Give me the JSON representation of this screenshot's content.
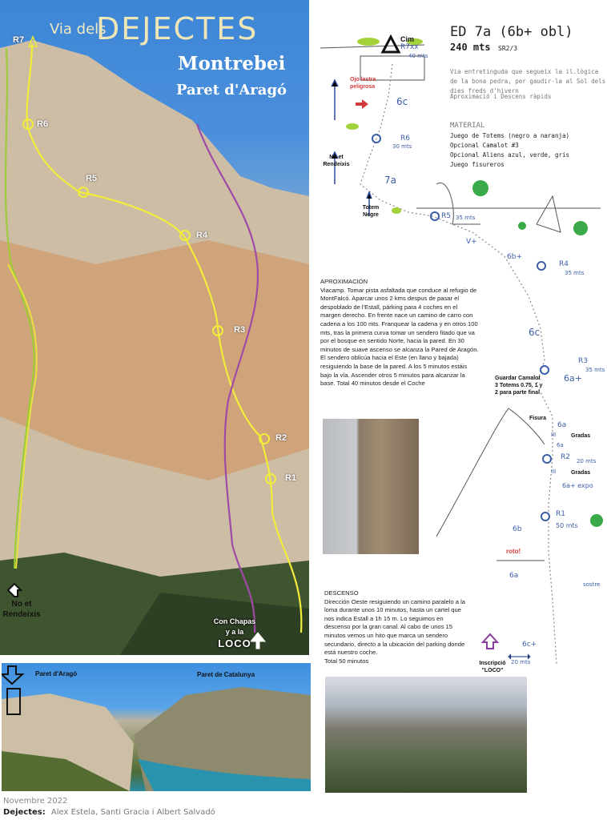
{
  "photo": {
    "title_prefix": "Via dels",
    "title": "DEJECTES",
    "location": "Montrebei",
    "wall": "Paret d'Aragó",
    "belays": [
      "R7",
      "R6",
      "R5",
      "R4",
      "R3",
      "R2",
      "R1"
    ],
    "note_left": "No et Rendeixis",
    "note_right_1": "Con Chapas",
    "note_right_2": "y a la",
    "note_right_3": "LOCO",
    "route_color": "#f2ec3a",
    "other_route_color": "#a04aa8",
    "green_route_color": "#9acd32"
  },
  "panorama": {
    "label_left": "Paret d'Aragó",
    "label_right": "Paret de Catalunya"
  },
  "footer": {
    "date": "Novembre 2022",
    "authors_label": "Dejectes:",
    "authors": "Alex Estela, Santi Gracia i Albert Salvadó"
  },
  "info": {
    "grade": "ED  7a (6b+ obl)",
    "length": "240 mts",
    "protection": "SR2/3",
    "description": "Via entretinguda que segueix la il.lògica de la bona pedra, per gaudir-la al Sol dels dies freds d'hivern",
    "approach_note": "Aproximació i Descens ràpids",
    "material_title": "MATERIAL",
    "material": [
      "Juego de Totems (negro a naranja)",
      "Opcional Camalot #3",
      "Opcional Aliens azul, verde, gris",
      "Juego fisureros"
    ]
  },
  "approach": {
    "title": "APROXIMACIÓN",
    "text": "Viacamp. Tomar pista asfaltada que conduce al refugio de MontFalcó. Aparcar unos 2 kms despus de pasar el despoblado de l'Estall, párking para 4 coches en el margen derecho. En frente nace un camino de carro con cadena a los 100 mts. Franquear la cadena y en otros 100 mts, tras la primera curva tomar un sendero fitado que va por el bosque en sentido Norte, hacia la pared. En 30 minutos de suave ascenso se alcanza la Pared de Aragón. El  sendero oblicúa hacia el Este (en llano y bajada)  resiguiendo la base de la pared. A los 5 minutos estáis bajo la vía. Ascender otros 5 minutos para alcanzar la base. Total 40 minutos desde el Coche"
  },
  "descent": {
    "title": "DESCENSO",
    "text": "Dirección Oeste resiguiendo un camino paralelo a la loma durante unos 10 minutos, hasta un cartel que nos indica Estall a 1h 15 m. Lo seguimos en descenso por la gran canal. Al cabo de unos 15 minutos vemos un hito que marca un sendero secundario, directo a la ubicación del parking donde está nuestro coche.",
    "total": "Total 50 minutos"
  },
  "topo": {
    "cim": "Cim",
    "r7": "R7xx",
    "r7_len": "40 mts",
    "warning": "Ojo lastra peligrosa",
    "p7_grade": "6c",
    "r6": "R6",
    "r6_len": "30 mts",
    "no_rendeixis": "No et Rendeixis",
    "p6_grade": "7a",
    "totem": "Totem Negre",
    "r5": "R5",
    "r5_len": "35 mts",
    "p5_grade": "V+",
    "p4_grade": "6b+",
    "r4": "R4",
    "r4_len": "35 mts",
    "p3_grade": "6c",
    "r3": "R3",
    "r3_len": "35 mts",
    "p3b_grade": "6a+",
    "guardar": "Guardar Camalot 3 Totems 0.75, 1 y 2 para parte final",
    "fisura": "Fisura",
    "p2a_grade": "6a",
    "gradas": "Gradas",
    "grade_iii": "III",
    "p2b_grade": "6a",
    "r2": "R2",
    "r2_len": "20 mts",
    "p2_grade": "6a+ expo",
    "r1": "R1",
    "r1_len": "50 mts",
    "p1b_grade": "6b",
    "roto": "roto!",
    "p1_grade": "6a",
    "sostre": "sostre",
    "p0_grade": "6c+",
    "inscripcio": "Inscripció \"LOCO\"",
    "scale": "20 mts"
  }
}
